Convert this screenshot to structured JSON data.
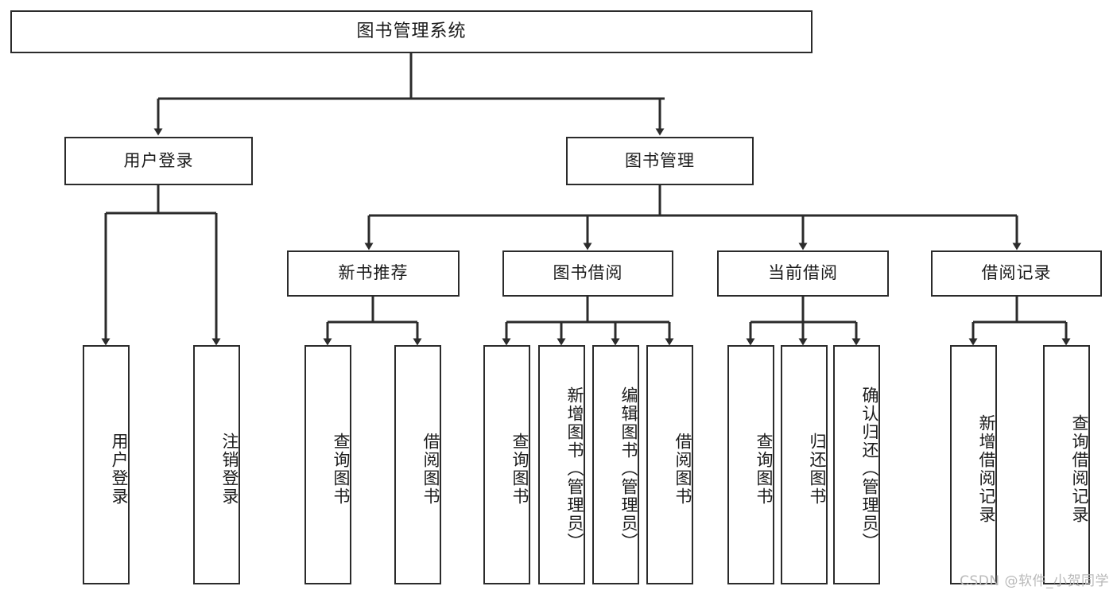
{
  "diagram": {
    "title": "图书管理系统",
    "type": "tree-hierarchy",
    "watermark": "CSDN @软件_小贺同学",
    "colors": {
      "stroke": "#2b2b2b",
      "fill": "#ffffff",
      "text": "#1b1b1b",
      "watermark": "#b9b9b9"
    },
    "nodes": {
      "root": {
        "label": "图书管理系统"
      },
      "level2": [
        {
          "id": "user-login",
          "label": "用户登录"
        },
        {
          "id": "book-manage",
          "label": "图书管理"
        }
      ],
      "level3": [
        {
          "id": "new-book-recommend",
          "label": "新书推荐"
        },
        {
          "id": "book-borrow",
          "label": "图书借阅"
        },
        {
          "id": "current-borrow",
          "label": "当前借阅"
        },
        {
          "id": "borrow-record",
          "label": "借阅记录"
        }
      ],
      "leaves": {
        "user-login": [
          {
            "id": "leaf-user-login",
            "label": "用户登录"
          },
          {
            "id": "leaf-logout-login",
            "label": "注销登录"
          }
        ],
        "new-book-recommend": [
          {
            "id": "leaf-query-book-1",
            "label": "查询图书"
          },
          {
            "id": "leaf-borrow-book-1",
            "label": "借阅图书"
          }
        ],
        "book-borrow": [
          {
            "id": "leaf-query-book-2",
            "label": "查询图书"
          },
          {
            "id": "leaf-add-book",
            "label": "新增图书（管理员）"
          },
          {
            "id": "leaf-edit-book",
            "label": "编辑图书（管理员）"
          },
          {
            "id": "leaf-borrow-book-2",
            "label": "借阅图书"
          }
        ],
        "current-borrow": [
          {
            "id": "leaf-query-book-3",
            "label": "查询图书"
          },
          {
            "id": "leaf-return-book",
            "label": "归还图书"
          },
          {
            "id": "leaf-confirm-return",
            "label": "确认归还（管理员）"
          }
        ],
        "borrow-record": [
          {
            "id": "leaf-add-record",
            "label": "新增借阅记录"
          },
          {
            "id": "leaf-query-record",
            "label": "查询借阅记录"
          }
        ]
      }
    }
  }
}
